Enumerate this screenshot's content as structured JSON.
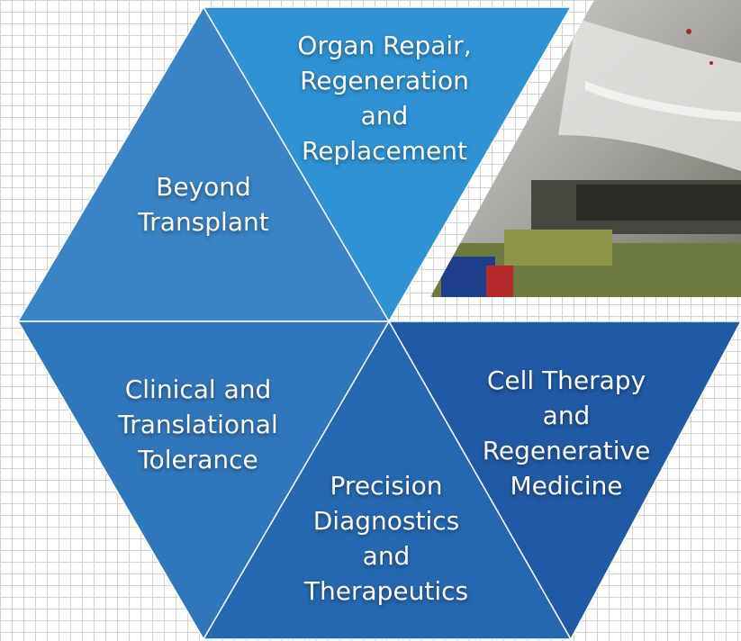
{
  "segments": [
    {
      "id": "beyond-transplant",
      "lines": [
        "Beyond",
        "Transplant"
      ],
      "color": "#3884c6"
    },
    {
      "id": "organ-repair",
      "lines": [
        "Organ Repair,",
        "Regeneration",
        "and",
        "Replacement"
      ],
      "color": "#2e92d4"
    },
    {
      "id": "clinical-tolerance",
      "lines": [
        "Clinical and",
        "Translational",
        "Tolerance"
      ],
      "color": "#2f77bd"
    },
    {
      "id": "precision-diagnostics",
      "lines": [
        "Precision",
        "Diagnostics",
        "and",
        "Therapeutics"
      ],
      "color": "#2468b2"
    },
    {
      "id": "cell-therapy",
      "lines": [
        "Cell Therapy",
        "and",
        "Regenerative",
        "Medicine"
      ],
      "color": "#1f5aa6"
    }
  ]
}
